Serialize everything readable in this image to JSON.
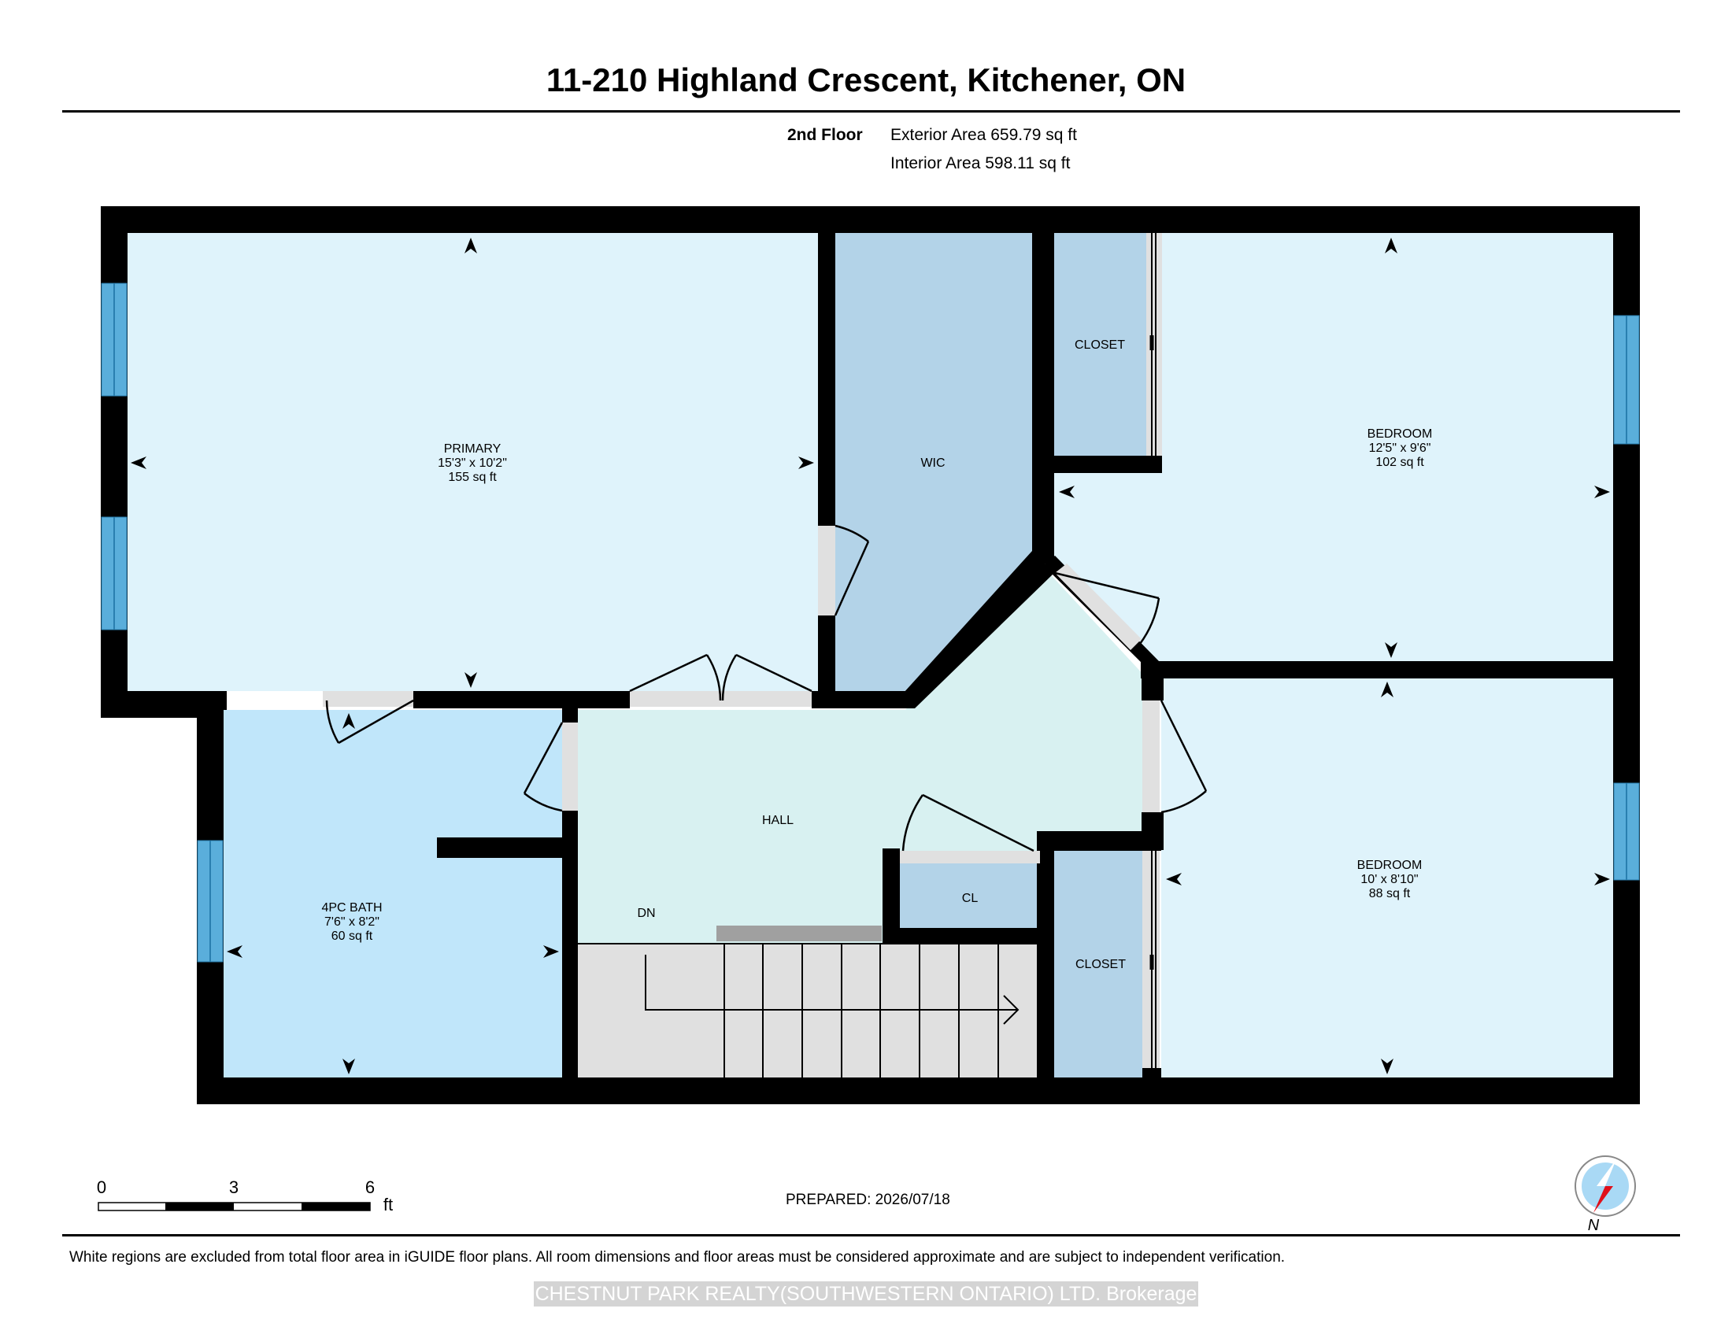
{
  "header": {
    "title": "11-210 Highland Crescent, Kitchener, ON",
    "floor": "2nd Floor",
    "exterior_area": "Exterior Area 659.79 sq ft",
    "interior_area": "Interior Area 598.11 sq ft"
  },
  "rooms": {
    "primary": {
      "name": "PRIMARY",
      "dims": "15'3\" x 10'2\"",
      "area": "155 sq ft"
    },
    "wic": {
      "name": "WIC"
    },
    "closet_top": {
      "name": "CLOSET"
    },
    "bedroom_top": {
      "name": "BEDROOM",
      "dims": "12'5\" x 9'6\"",
      "area": "102 sq ft"
    },
    "bath": {
      "name": "4PC BATH",
      "dims": "7'6\" x 8'2\"",
      "area": "60 sq ft"
    },
    "hall": {
      "name": "HALL"
    },
    "stairs": {
      "name": "DN"
    },
    "cl": {
      "name": "CL"
    },
    "closet_bottom": {
      "name": "CLOSET"
    },
    "bedroom_bottom": {
      "name": "BEDROOM",
      "dims": "10' x 8'10\"",
      "area": "88 sq ft"
    }
  },
  "scale_bar": {
    "ticks": [
      "0",
      "3",
      "6"
    ],
    "unit": "ft"
  },
  "compass": {
    "label": "N"
  },
  "footer": {
    "prepared": "PREPARED: 2026/07/18",
    "disclaimer": "White regions are excluded from total floor area in iGUIDE floor plans. All room dimensions and floor areas must be considered approximate and are subject to independent verification.",
    "watermark": "CHESTNUT PARK REALTY(SOUTHWESTERN ONTARIO) LTD. Brokerage"
  },
  "colors": {
    "room_light": "#dff3fb",
    "closet_blue": "#b3d3e8",
    "bath_blue": "#c0e6fa",
    "hall_green": "#d8f1f1",
    "stairs_grey": "#e0e0e0",
    "window_blue": "#5aaedb",
    "compass_red": "#e0101a"
  }
}
